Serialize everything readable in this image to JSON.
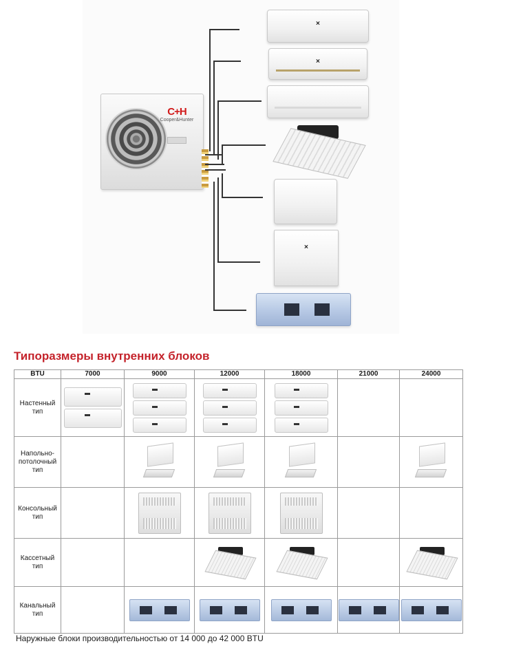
{
  "diagram": {
    "outdoor_logo": "C+H",
    "outdoor_logo_sub": "Cooper&Hunter",
    "indoor_unit_types": [
      "wall-mounted",
      "wall-mounted",
      "wall-mounted",
      "cassette",
      "floor-ceiling",
      "console",
      "ducted"
    ]
  },
  "heading": "Типоразмеры внутренних блоков",
  "table": {
    "header_label": "BTU",
    "capacities": [
      "7000",
      "9000",
      "12000",
      "18000",
      "21000",
      "24000"
    ],
    "rows": [
      {
        "label_line1": "Настенный",
        "label_line2": "тип",
        "cells": [
          2,
          3,
          3,
          3,
          0,
          0
        ]
      },
      {
        "label_line1": "Напольно-",
        "label_line2": "потолочный",
        "label_line3": "тип",
        "cells": [
          0,
          1,
          1,
          1,
          0,
          1
        ]
      },
      {
        "label_line1": "Консольный",
        "label_line2": "тип",
        "cells": [
          0,
          1,
          1,
          1,
          0,
          0
        ]
      },
      {
        "label_line1": "Кассетный",
        "label_line2": "тип",
        "cells": [
          0,
          0,
          1,
          1,
          0,
          1
        ]
      },
      {
        "label_line1": "Канальный",
        "label_line2": "тип",
        "cells": [
          0,
          1,
          1,
          1,
          1,
          1
        ]
      }
    ]
  },
  "footnote": "Наружные блоки производительностью от 14 000 до 42 000 BTU"
}
